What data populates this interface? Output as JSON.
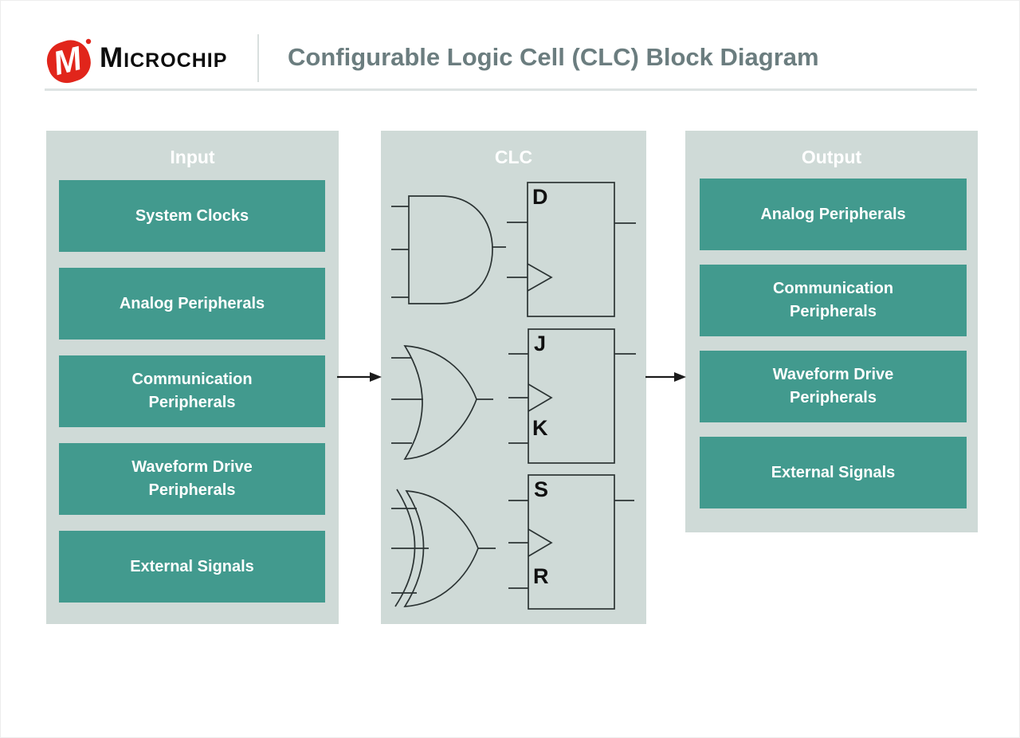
{
  "header": {
    "brand": "Microchip",
    "title": "Configurable Logic Cell (CLC) Block Diagram"
  },
  "panels": {
    "input": {
      "title": "Input",
      "items": [
        "System Clocks",
        "Analog Peripherals",
        "Communication Peripherals",
        "Waveform Drive Peripherals",
        "External Signals"
      ]
    },
    "clc": {
      "title": "CLC",
      "gates": [
        "and-gate",
        "or-gate",
        "xor-gate"
      ],
      "flipflop_labels": {
        "d": "D",
        "j": "J",
        "k": "K",
        "s": "S",
        "r": "R"
      }
    },
    "output": {
      "title": "Output",
      "items": [
        "Analog Peripherals",
        "Communication Peripherals",
        "Waveform Drive Peripherals",
        "External Signals"
      ]
    }
  },
  "colors": {
    "panel_bg": "#cfdad7",
    "box_teal": "#429a8e",
    "title_gray": "#6b7d7f",
    "logo_red": "#e1251b",
    "schematic_line": "#2b3333"
  }
}
